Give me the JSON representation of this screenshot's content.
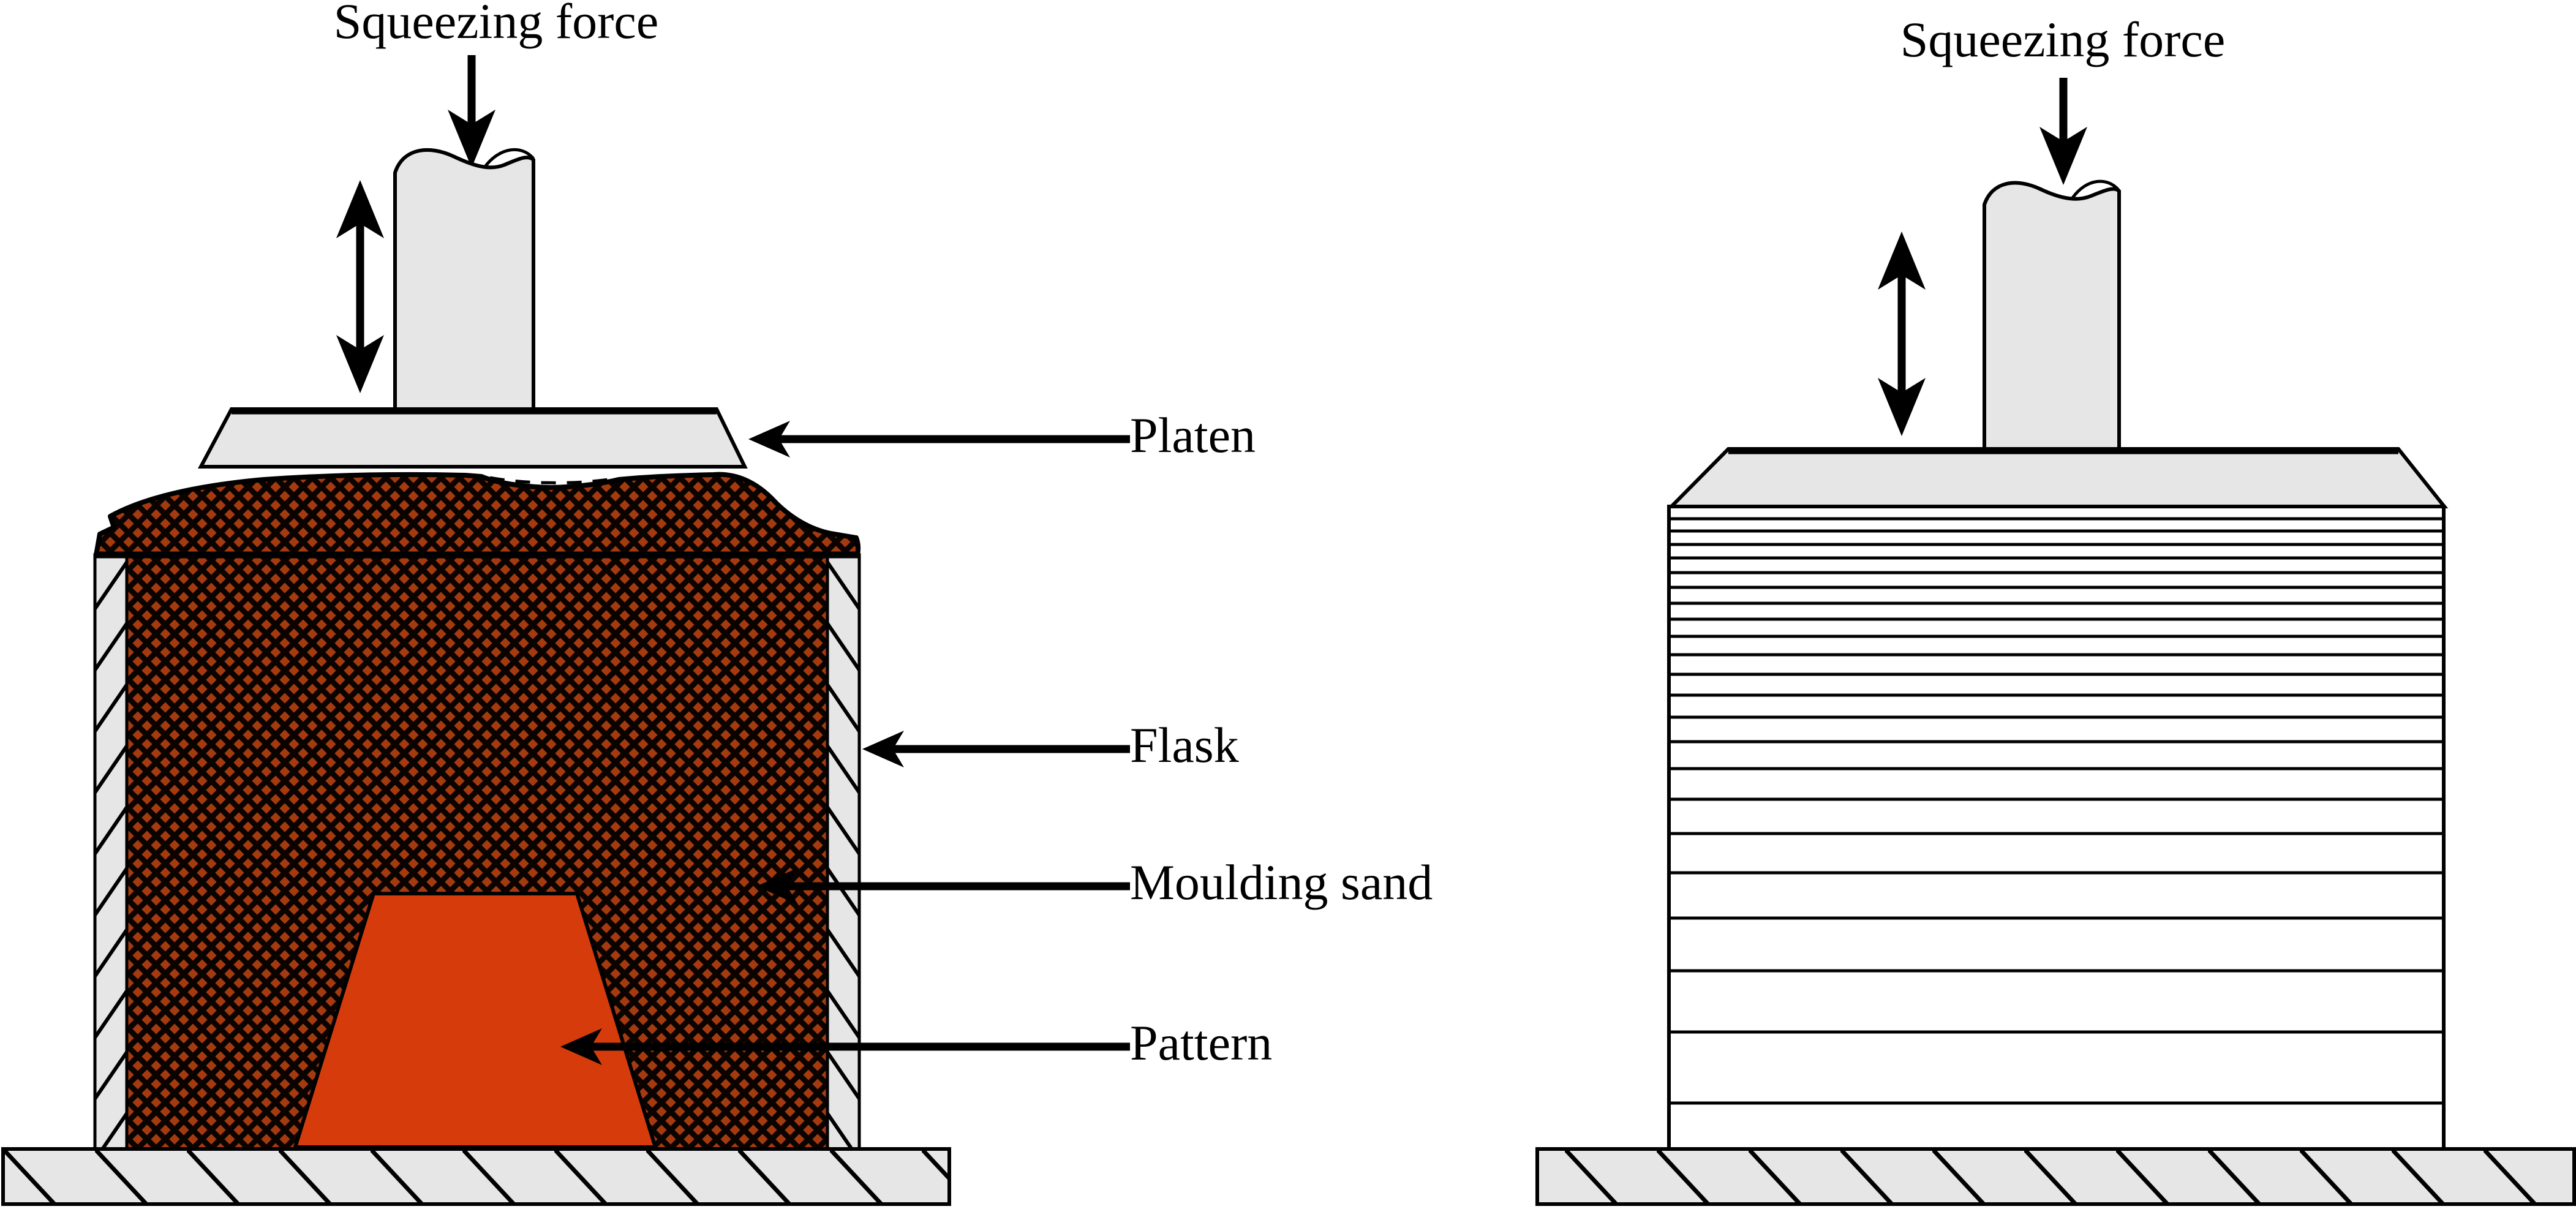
{
  "colors": {
    "paper": "#ffffff",
    "ink": "#000000",
    "metal": "#e6e6e6",
    "sand": "#a43a10",
    "sand_gap": "#0a0300",
    "pattern_fill": "#d63b0c"
  },
  "left_panel": {
    "force_label": "Squeezing force",
    "callouts": [
      {
        "id": "platen",
        "label": "Platen"
      },
      {
        "id": "flask",
        "label": "Flask"
      },
      {
        "id": "moulding-sand",
        "label": "Moulding sand"
      },
      {
        "id": "pattern",
        "label": "Pattern"
      }
    ]
  },
  "right_panel": {
    "force_label": "Squeezing force",
    "compaction_layer_gaps": [
      20,
      20,
      22,
      22,
      24,
      24,
      26,
      26,
      28,
      30,
      32,
      34,
      36,
      40,
      44,
      50,
      56,
      64,
      74,
      86,
      100,
      116
    ]
  }
}
